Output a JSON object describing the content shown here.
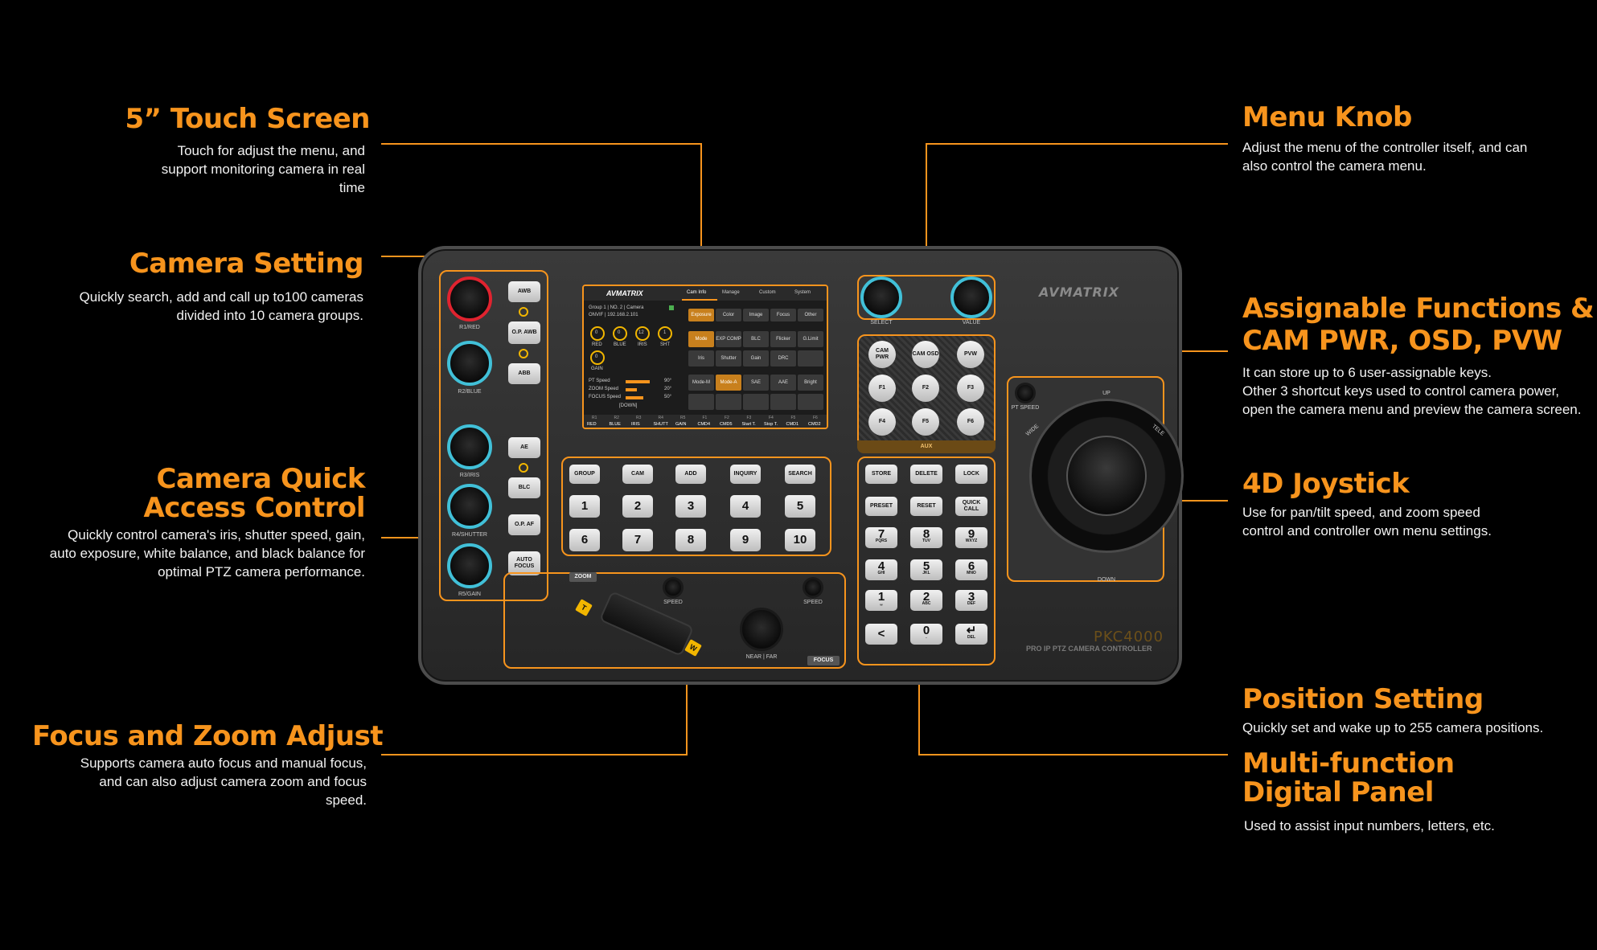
{
  "features": {
    "touch_screen": {
      "title": "5” Touch  Screen",
      "desc": "Touch for adjust the menu, and support monitoring camera in real time"
    },
    "camera_setting": {
      "title": "Camera Setting",
      "desc": "Quickly search, add and call up to100 cameras divided into 10 camera groups."
    },
    "quick_access": {
      "title_line1": "Camera Quick",
      "title_line2": "Access Control",
      "desc": "Quickly control camera's iris, shutter speed, gain, auto exposure, white balance, and black balance for optimal PTZ camera performance."
    },
    "focus_zoom": {
      "title": "Focus and Zoom Adjust",
      "desc": "Supports camera auto focus and manual focus, and can also adjust camera zoom and focus speed."
    },
    "menu_knob": {
      "title": "Menu Knob",
      "desc": "Adjust the menu of the controller itself, and can also control the camera menu."
    },
    "assignable": {
      "title_line1": "Assignable Functions &",
      "title_line2": "CAM PWR, OSD, PVW",
      "desc_line1": "It can store up to 6 user-assignable keys.",
      "desc_line2": "Other 3 shortcut keys used to control camera power,",
      "desc_line3": "open the camera menu and preview the camera screen."
    },
    "joystick": {
      "title": "4D Joystick",
      "desc": "Use for pan/tilt speed, and zoom speed control and controller own menu settings."
    },
    "position": {
      "title": "Position Setting",
      "desc": "Quickly set and wake up to 255 camera  positions."
    },
    "digital_panel": {
      "title_line1": "Multi-function",
      "title_line2": "Digital Panel",
      "desc": "Used to assist input numbers, letters, etc."
    }
  },
  "device": {
    "brand": "AVMATRIX",
    "model": "PKC4000",
    "subtitle": "PRO IP PTZ CAMERA CONTROLLER",
    "left_knobs": [
      "R1/RED",
      "R2/BLUE",
      "R3/IRIS",
      "R4/SHUTTER",
      "R5/GAIN"
    ],
    "left_keys": [
      "AWB",
      "O.P. AWB",
      "ABB",
      "AE",
      "BLC",
      "O.P. AF",
      "AUTO FOCUS"
    ],
    "menu_knobs": [
      "SELECT",
      "VALUE"
    ],
    "aux_keys": [
      "CAM PWR",
      "CAM OSD",
      "PVW",
      "F1",
      "F2",
      "F3",
      "F4",
      "F5",
      "F6"
    ],
    "aux_label": "AUX",
    "camera_keys": [
      "GROUP",
      "CAM",
      "ADD",
      "INQUIRY",
      "SEARCH"
    ],
    "number_keys": [
      "1",
      "2",
      "3",
      "4",
      "5",
      "6",
      "7",
      "8",
      "9",
      "10"
    ],
    "position_keys": [
      "STORE",
      "DELETE",
      "LOCK",
      "PRESET",
      "RESET",
      "QUICK CALL"
    ],
    "numpad": [
      {
        "n": "7",
        "s": "PQRS"
      },
      {
        "n": "8",
        "s": "TUV"
      },
      {
        "n": "9",
        "s": "WXYZ"
      },
      {
        "n": "4",
        "s": "GHI"
      },
      {
        "n": "5",
        "s": "JKL"
      },
      {
        "n": "6",
        "s": "MNO"
      },
      {
        "n": "1",
        "s": "␣"
      },
      {
        "n": "2",
        "s": "ABC"
      },
      {
        "n": "3",
        "s": "DEF"
      },
      {
        "n": "<",
        "s": ""
      },
      {
        "n": "0",
        "s": "."
      },
      {
        "n": "↵",
        "s": "DEL"
      }
    ],
    "zoom_label": "ZOOM",
    "focus_label": "FOCUS",
    "speed_label": "SPEED",
    "near_far": "NEAR | FAR",
    "zoom_t": "T",
    "zoom_w": "W",
    "pt_speed": "PT SPEED",
    "joy_up": "UP",
    "joy_down": "DOWN",
    "joy_wide": "WIDE",
    "joy_tele": "TELE"
  },
  "screen": {
    "logo": "AVMATRIX",
    "tabs": [
      "Cam Info",
      "Manage",
      "Custom",
      "System"
    ],
    "group_line": "Group 1 | NO. 2 | Camera",
    "ip_line": "ONVIF  |  192.168.2.101",
    "dials": [
      {
        "v": "0",
        "l": "RED"
      },
      {
        "v": "0",
        "l": "BLUE"
      },
      {
        "v": "12",
        "l": "IRIS"
      },
      {
        "v": "1",
        "l": "SHT"
      }
    ],
    "gain": {
      "v": "0",
      "l": "GAIN"
    },
    "menu_tabs": [
      "Exposure",
      "Color",
      "Image",
      "Focus",
      "Other"
    ],
    "row1": [
      "Mode",
      "EXP COMP",
      "BLC",
      "Flicker",
      "G.Limit"
    ],
    "row2": [
      "Iris",
      "Shutter",
      "Gain",
      "DRC",
      ""
    ],
    "row3": [
      "Mode-M",
      "Mode-A",
      "SAE",
      "AAE",
      "Bright"
    ],
    "speeds": [
      {
        "l": "PT Speed",
        "v": "90°"
      },
      {
        "l": "ZOOM Speed",
        "v": "20°"
      },
      {
        "l": "FOCUS Speed",
        "v": "50°"
      }
    ],
    "down_label": "[DOWN]",
    "bottom": [
      {
        "t": "R1",
        "b": "RED"
      },
      {
        "t": "R2",
        "b": "BLUE"
      },
      {
        "t": "R3",
        "b": "IRIS"
      },
      {
        "t": "R4",
        "b": "SHUTT"
      },
      {
        "t": "R5",
        "b": "GAIN"
      },
      {
        "t": "F1",
        "b": "CMD4"
      },
      {
        "t": "F2",
        "b": "CMD5"
      },
      {
        "t": "F3",
        "b": "Start T."
      },
      {
        "t": "F4",
        "b": "Stop T."
      },
      {
        "t": "F5",
        "b": "CMD1"
      },
      {
        "t": "F6",
        "b": "CMD2"
      }
    ]
  }
}
